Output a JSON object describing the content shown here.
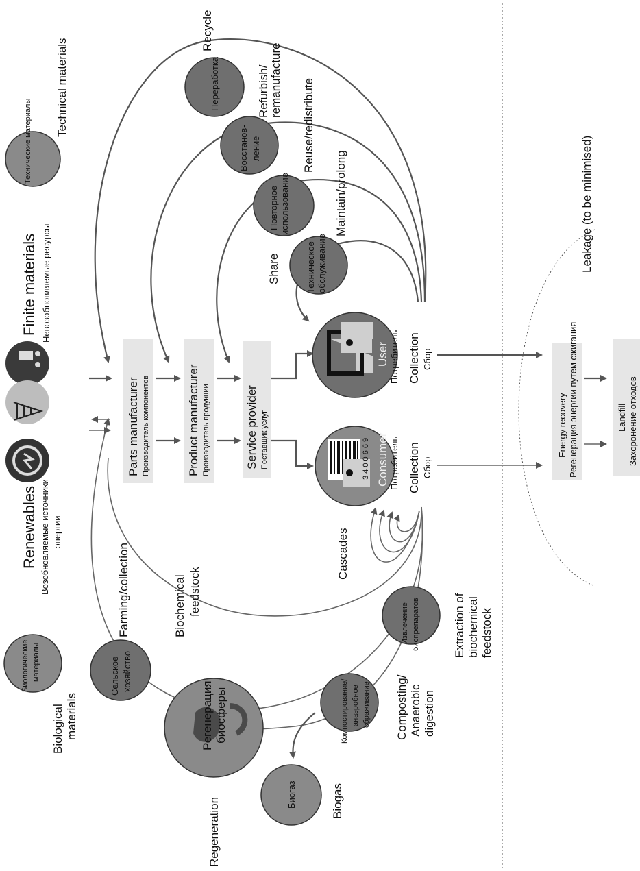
{
  "technical": {
    "category_en": "Technical materials",
    "category_ru": "Технические материалы",
    "finite_title": "Finite materials",
    "finite_subtitle": "Невозобновляемые ресурсы",
    "recycle_en": "Recycle",
    "recycle_ru": "Переработка",
    "refurbish_en_1": "Refurbish/",
    "refurbish_en_2": "remanufacture",
    "refurbish_ru_1": "Восстанов-",
    "refurbish_ru_2": "ление",
    "reuse_en": "Reuse/redistribute",
    "reuse_ru_1": "Повторное",
    "reuse_ru_2": "использование",
    "maintain_en": "Maintain/prolong",
    "maintain_ru_1": "Техническое",
    "maintain_ru_2": "обслуживание",
    "share_en": "Share"
  },
  "biological": {
    "category_en_1": "Biological",
    "category_en_2": "materials",
    "category_ru_1": "Биологические",
    "category_ru_2": "материалы",
    "renewables_title": "Renewables",
    "renewables_sub_1": "Возобновляемые источники",
    "renewables_sub_2": "энергии",
    "farming_en": "Farming/collection",
    "farming_ru_1": "Сельское",
    "farming_ru_2": "хозяйство",
    "biochemical_1": "Biochemical",
    "biochemical_2": "feedstock",
    "regeneration_en": "Regeneration",
    "regeneration_ru_1": "Регенерация",
    "regeneration_ru_2": "биосферы",
    "biogas_en": "Biogas",
    "biogas_ru": "Биогаз",
    "composting_en_1": "Composting/",
    "composting_en_2": "Anaerobic",
    "composting_en_3": "digestion",
    "composting_ru_1": "Компостирование/",
    "composting_ru_2": "анаэробное",
    "composting_ru_3": "сбраживание",
    "extraction_en_1": "Extraction of",
    "extraction_en_2": "biochemical",
    "extraction_en_3": "feedstock",
    "extraction_ru_1": "Извлечение",
    "extraction_ru_2": "биопрепаратов",
    "cascades_en": "Cascades"
  },
  "chain": {
    "parts_en": "Parts manufacturer",
    "parts_ru": "Производитель компонентов",
    "product_en": "Product manufacturer",
    "product_ru": "Производитель продукции",
    "service_en": "Service provider",
    "service_ru": "Поставщик услуг",
    "user_en": "User",
    "user_ru": "Потребитель",
    "consumer_en": "Consumer",
    "consumer_ru": "Потребитель",
    "collection_en": "Collection",
    "collection_ru": "Сбор",
    "barcode_digits": "3 4 0 0 6 6 9"
  },
  "waste": {
    "energy_en": "Energy recovery",
    "energy_ru": "Регенерация энергии путем сжигания",
    "landfill_en": "Landfill",
    "landfill_ru": "Захоронение отходов",
    "leakage_en": "Leakage (to be minimised)"
  },
  "colors": {
    "circle_dark": "#6f6f6f",
    "circle_mid": "#8a8a8a",
    "box_fill": "#e6e6e6",
    "flow": "#555555"
  }
}
